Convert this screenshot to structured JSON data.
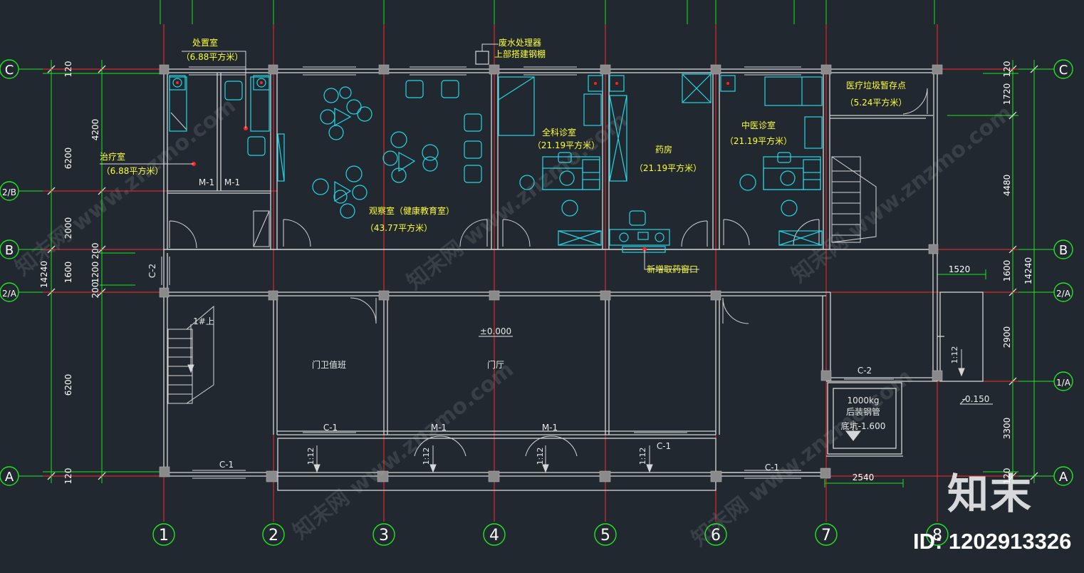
{
  "colors": {
    "background": "#212830",
    "axis": "#ff2a2a",
    "dimension": "#18e818",
    "wall": "#d6d6d6",
    "column": "#8a8a8a",
    "furniture": "#22d7e6",
    "label": "#ffff33",
    "bubble": "#22e622"
  },
  "grid": {
    "columns": [
      "1",
      "2",
      "3",
      "4",
      "5",
      "6",
      "7",
      "8"
    ],
    "rows_left": [
      "C",
      "2/B",
      "B",
      "2/A",
      "A"
    ],
    "rows_right": [
      "C",
      "B",
      "2/A",
      "1/A",
      "A"
    ]
  },
  "rooms": {
    "disposal": {
      "name": "处置室",
      "area": "（6.88平方米）"
    },
    "treatment": {
      "name": "治疗室",
      "area": "（6.88平方米）"
    },
    "observation": {
      "name": "观察室（健康教育室）",
      "area": "（43.77平方米）"
    },
    "general": {
      "name": "全科诊室",
      "area": "（21.19平方米）"
    },
    "pharmacy": {
      "name": "药房",
      "area": "（21.19平方米）"
    },
    "tcm": {
      "name": "中医诊室",
      "area": "（21.19平方米）"
    },
    "waste": {
      "name": "医疗垃圾暂存点",
      "area": "（5.24平方米）"
    },
    "wastewater": {
      "line1": "废水处理器",
      "line2": "上部搭建钢棚"
    },
    "new_window": "新增取药窗口",
    "guard": "门卫值班",
    "lobby": "门厅",
    "stair_up": "1#上"
  },
  "annotations": {
    "door_m1": "M-1",
    "window_c1": "C-1",
    "window_c2": "C-2",
    "elevation_0": "±0.000",
    "elevation_neg": "-0.150",
    "slope": "1:12",
    "pit_load": "1000kg",
    "pit_name": "后装钢管",
    "pit_depth": "底坑-1.600"
  },
  "dims": {
    "left_outer": "14240",
    "left": [
      "120",
      "6200",
      "2000",
      "1600",
      "6200",
      "120"
    ],
    "left_inner": [
      "4200",
      "200",
      "1200",
      "200"
    ],
    "right_outer": "14240",
    "right": [
      "120",
      "1720",
      "4480",
      "1600",
      "2900",
      "3300",
      "120"
    ],
    "d1520": "1520",
    "d2540": "2540"
  },
  "watermark": {
    "logo": "知末",
    "id": "ID: 1202913326",
    "repeat": "知末网 www.znzmo.com"
  }
}
